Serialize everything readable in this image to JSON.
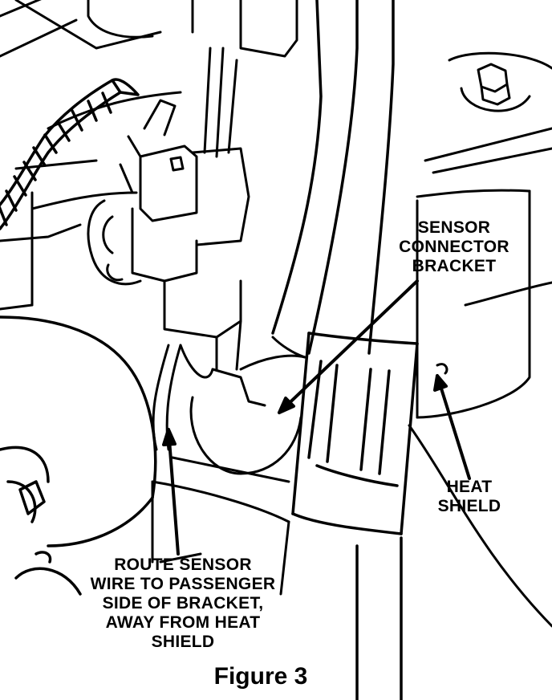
{
  "callouts": {
    "sensor_bracket": "SENSOR\nCONNECTOR\nBRACKET",
    "heat_shield": "HEAT\nSHIELD",
    "route_wire": "ROUTE SENSOR\nWIRE TO PASSENGER\nSIDE OF BRACKET,\nAWAY FROM HEAT\nSHIELD"
  },
  "caption": "Figure 3"
}
